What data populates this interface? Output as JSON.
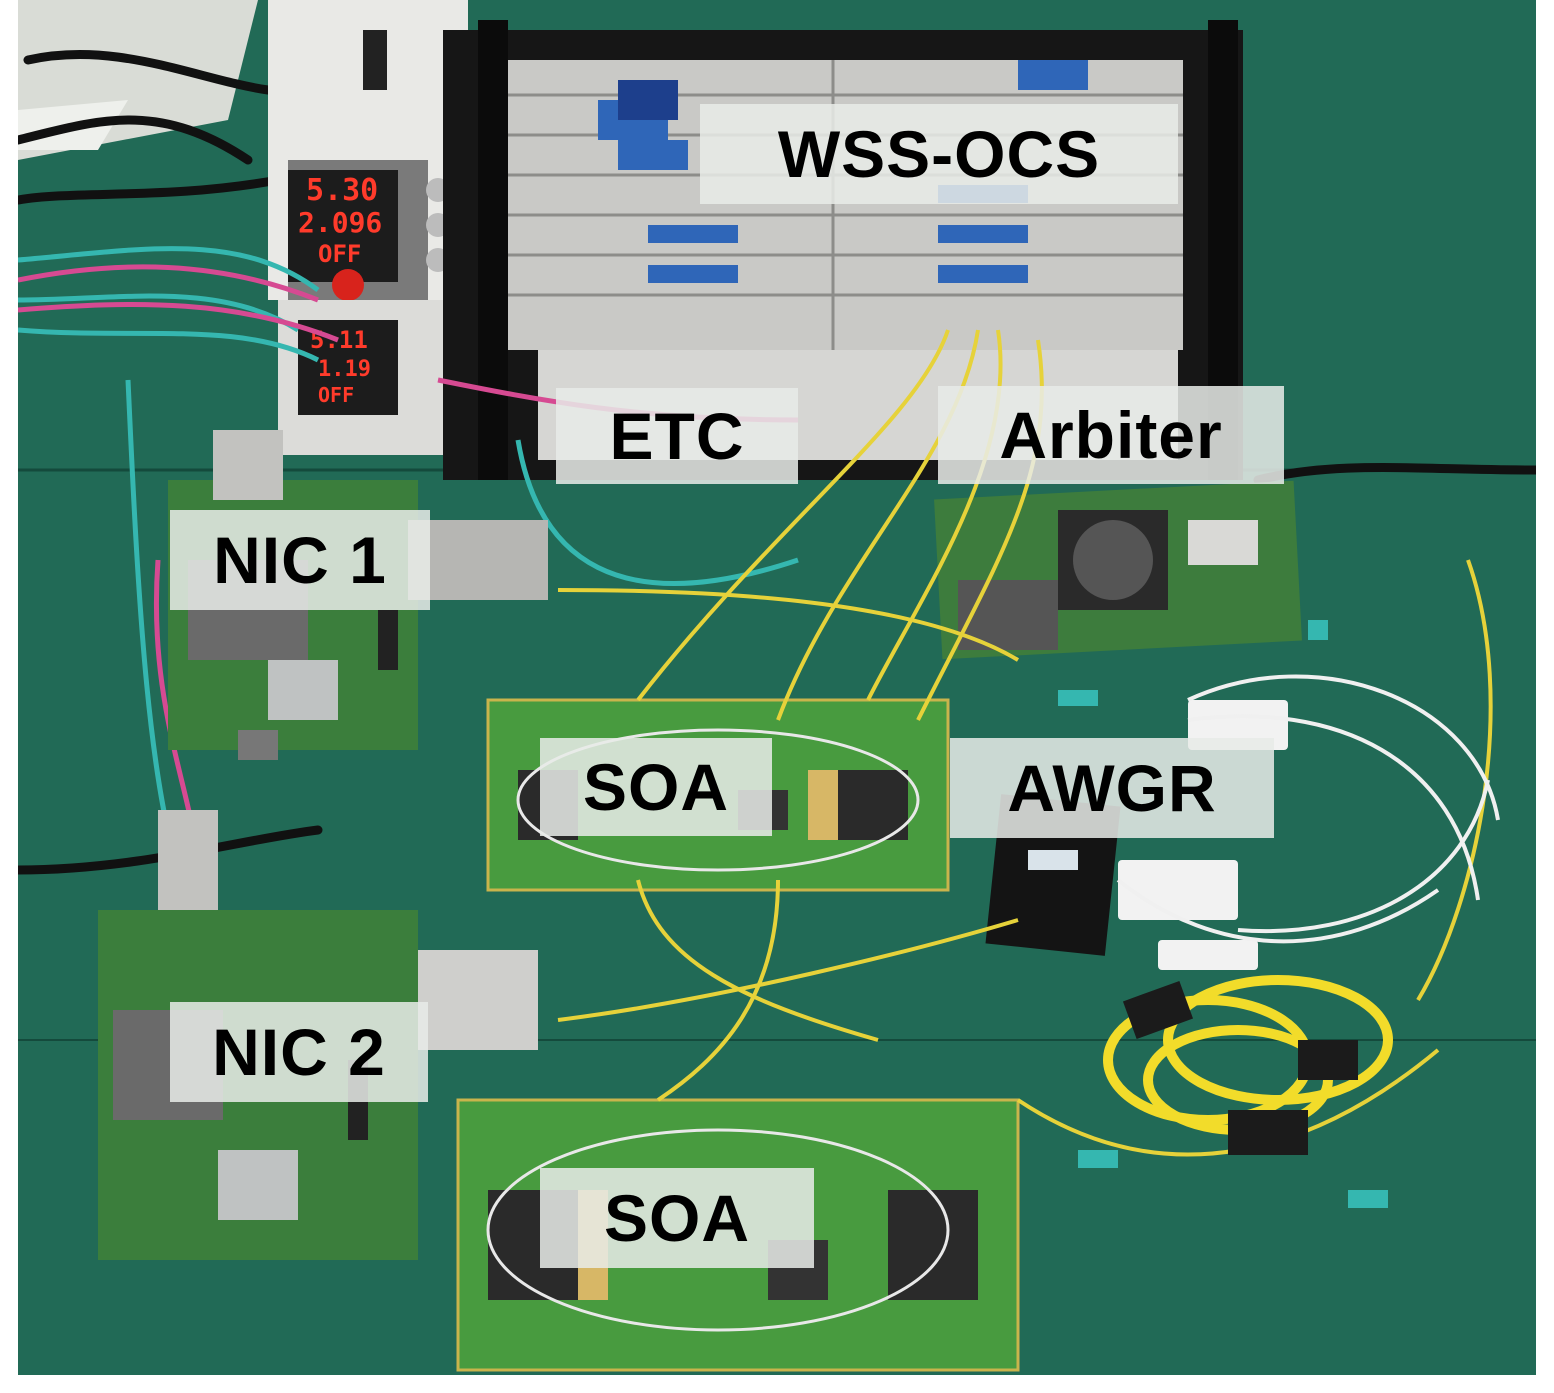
{
  "labels": {
    "wss_ocs": "WSS-OCS",
    "etc": "ETC",
    "arbiter": "Arbiter",
    "nic1": "NIC 1",
    "soa_top": "SOA",
    "awgr": "AWGR",
    "nic2": "NIC 2",
    "soa_bottom": "SOA"
  },
  "power_supply": {
    "upper": {
      "voltage": "5.30",
      "current": "2.096",
      "state": "OFF"
    },
    "lower": {
      "voltage": "5.11",
      "current": "1.19",
      "state": "OFF"
    }
  },
  "colors": {
    "bench": "#1f6a56",
    "label_bg": "#e8ebe8",
    "pcb": "#3f7f3a",
    "fiber_yellow": "#e6d23a",
    "fiber_aqua": "#35b7b0",
    "display_red": "#ff3b2b"
  }
}
